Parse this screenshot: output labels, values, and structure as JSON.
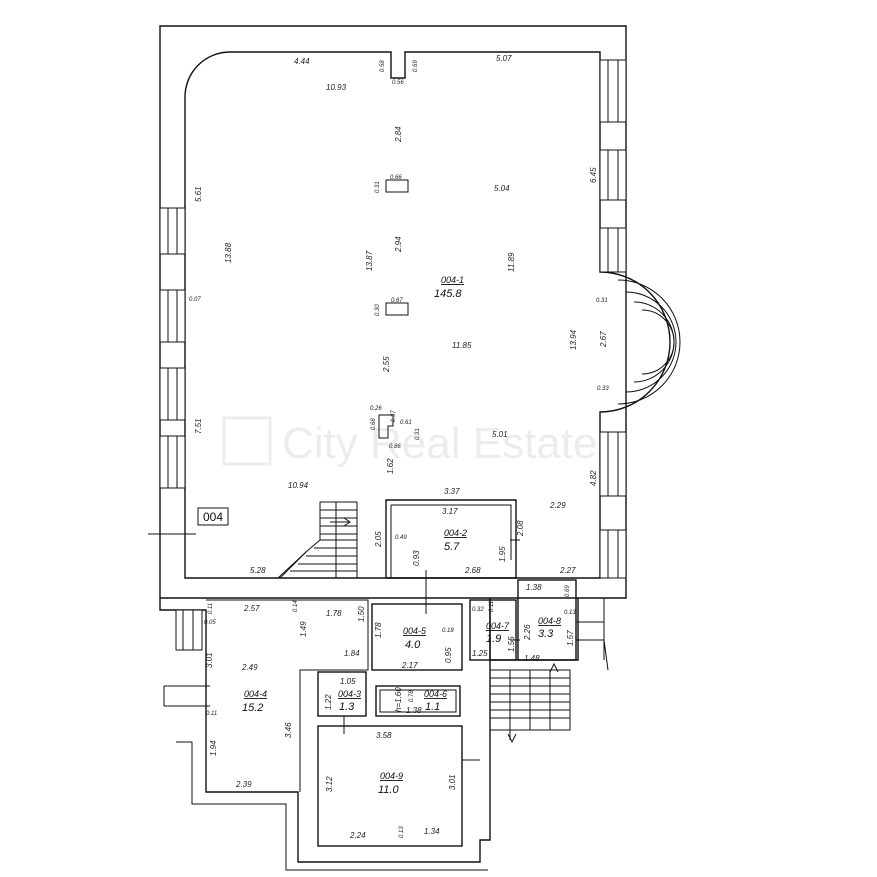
{
  "unit_tag": "004",
  "watermark": "City Real Estate",
  "rooms": [
    {
      "id": "004-1",
      "area": "145.8"
    },
    {
      "id": "004-2",
      "area": "5.7"
    },
    {
      "id": "004-3",
      "area": "1.3"
    },
    {
      "id": "004-4",
      "area": "15.2"
    },
    {
      "id": "004-5",
      "area": "4.0"
    },
    {
      "id": "004-6",
      "area": "1.1"
    },
    {
      "id": "004-7",
      "area": "1.9"
    },
    {
      "id": "004-8",
      "area": "3.3"
    },
    {
      "id": "004-9",
      "area": "11.0"
    }
  ],
  "dimensions": {
    "d444": "4.44",
    "d058": "0.58",
    "d069": "0.69",
    "d056": "0.56",
    "d507": "5.07",
    "d1093": "10.93",
    "d284": "2.84",
    "d645": "6.45",
    "d066": "0.66",
    "d031a": "0.31",
    "d504": "5.04",
    "d561": "5.61",
    "d1388": "13.88",
    "d1387": "13.87",
    "d294": "2.94",
    "d1189": "11.89",
    "d007": "0.07",
    "d067": "0.67",
    "d030": "0.30",
    "d031b": "0.31",
    "d1185": "11.85",
    "d1394": "13.94",
    "d267": "2.67",
    "d255": "2.55",
    "d033": "0.33",
    "d026": "0.26",
    "d037": "0.37",
    "d068": "0.68",
    "d061": "0.61",
    "d031c": "0.31",
    "d086": "0.86",
    "d501": "5.01",
    "d751": "7.51",
    "d162": "1.62",
    "d482": "4.82",
    "d1094": "10.94",
    "d337": "3.37",
    "d229": "2.29",
    "d317": "3.17",
    "d208": "2.08",
    "d205": "2.05",
    "d049": "0.49",
    "d195": "1.95",
    "d093": "0.93",
    "d268": "2.68",
    "d528": "5.28",
    "d227": "2.27",
    "d138a": "1.38",
    "d069b": "0.69",
    "d257": "2.57",
    "d014": "0.14",
    "d178a": "1.78",
    "d150": "1.50",
    "d011a": "0.11",
    "d005": "0.05",
    "d149": "1.49",
    "d178b": "1.78",
    "d018": "0.18",
    "d032": "0.32",
    "d011b": "0.11",
    "d013": "0.13",
    "d226": "2.26",
    "d157": "1.57",
    "d155": "1.55",
    "d125": "1.25",
    "d148": "1.48",
    "d184": "1.84",
    "d301a": "3.01",
    "d249": "2.49",
    "d217": "2.17",
    "d095": "0.95",
    "d105": "1.05",
    "d160": "h=1.60",
    "d078": "0.78",
    "d138b": "1.38",
    "d122": "1.22",
    "d011c": "0.11",
    "d346": "3.46",
    "d358": "3.58",
    "d194": "1.94",
    "d312": "3.12",
    "d301b": "3.01",
    "d239": "2.39",
    "d224": "2.24",
    "d013b": "0.13",
    "d134": "1.34"
  }
}
